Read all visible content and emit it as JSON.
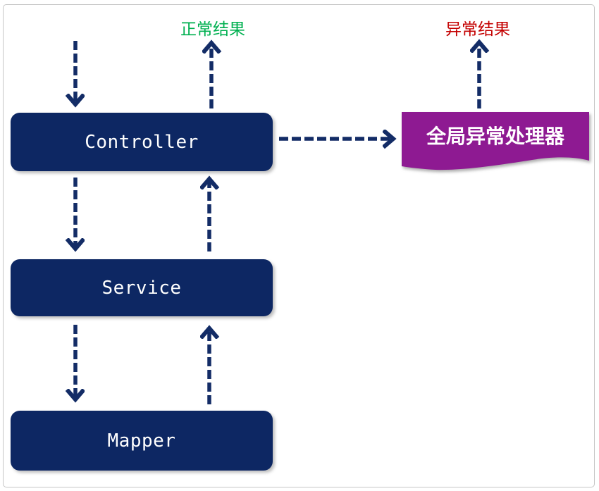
{
  "diagram": {
    "title_hint": "layered-architecture-exception-flow",
    "nodes": {
      "controller": {
        "label": "Controller"
      },
      "service": {
        "label": "Service"
      },
      "mapper": {
        "label": "Mapper"
      },
      "exception_handler": {
        "label": "全局异常处理器"
      }
    },
    "labels": {
      "normal_result": "正常结果",
      "exception_result": "异常结果"
    },
    "edges": [
      {
        "name": "incoming-request",
        "from": null,
        "to": "controller",
        "style": "dashed",
        "direction": "down"
      },
      {
        "name": "normal-result-out",
        "from": "controller",
        "to": "normal_result",
        "style": "dashed",
        "direction": "up"
      },
      {
        "name": "controller-to-service",
        "from": "controller",
        "to": "service",
        "style": "dashed",
        "direction": "down"
      },
      {
        "name": "service-to-controller",
        "from": "service",
        "to": "controller",
        "style": "dashed",
        "direction": "up"
      },
      {
        "name": "service-to-mapper",
        "from": "service",
        "to": "mapper",
        "style": "dashed",
        "direction": "down"
      },
      {
        "name": "mapper-to-service",
        "from": "mapper",
        "to": "service",
        "style": "dashed",
        "direction": "up"
      },
      {
        "name": "controller-to-exception-handler",
        "from": "controller",
        "to": "exception_handler",
        "style": "dashed",
        "direction": "right"
      },
      {
        "name": "exception-result-out",
        "from": "exception_handler",
        "to": "exception_result",
        "style": "dashed",
        "direction": "up"
      }
    ],
    "colors": {
      "node_fill": "#0d2763",
      "node_text": "#ffffff",
      "arrow": "#132c66",
      "handler_fill": "#8e1a92",
      "normal_text": "#00b050",
      "exception_text": "#c40000",
      "frame_border": "#c6c6c6",
      "canvas_bg": "#ffffff"
    }
  }
}
